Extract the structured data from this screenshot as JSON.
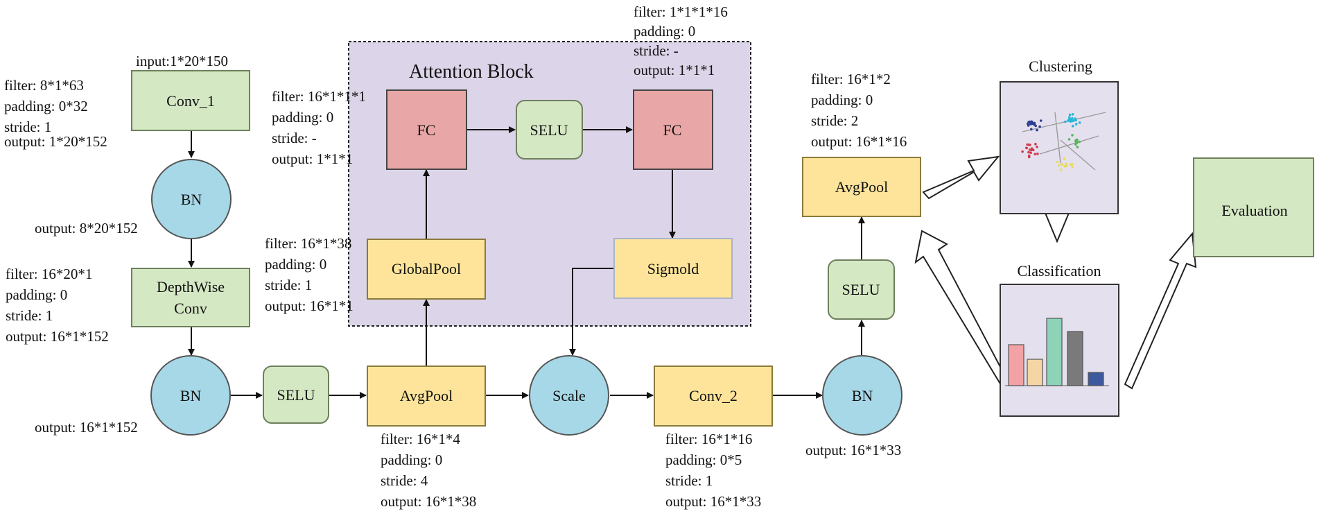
{
  "colors": {
    "green_box": "#d5e8c4",
    "green_stroke": "#6e7f5d",
    "red_box": "#e8a6a6",
    "yellow_box": "#fde49a",
    "blue_circle": "#a7d8e8",
    "attention_bg": "#dcd4e8",
    "panel_bg": "#e5e0ee"
  },
  "input_label": "input:1*20*150",
  "attention_title": "Attention Block",
  "nodes": {
    "conv1": "Conv_1",
    "bn1": "BN",
    "depthwise_line1": "DepthWise",
    "depthwise_line2": "Conv",
    "bn2": "BN",
    "selu1": "SELU",
    "avgpool1": "AvgPool",
    "globalpool": "GlobalPool",
    "fc1": "FC",
    "selu_att": "SELU",
    "fc2": "FC",
    "sigmoid": "Sigmold",
    "scale": "Scale",
    "conv2": "Conv_2",
    "bn3": "BN",
    "selu2": "SELU",
    "avgpool2": "AvgPool",
    "clustering": "Clustering",
    "classification": "Classification",
    "evaluation": "Evaluation"
  },
  "annotations": {
    "conv1": [
      "filter: 8*1*63",
      "padding: 0*32",
      "stride: 1",
      "output: 1*20*152"
    ],
    "bn1": [
      "output: 8*20*152"
    ],
    "depthwise": [
      "filter: 16*20*1",
      "padding: 0",
      "stride: 1",
      "output: 16*1*152"
    ],
    "bn2": [
      "output: 16*1*152"
    ],
    "fc1": [
      "filter: 16*1*1*1",
      "padding: 0",
      "stride: -",
      "output: 1*1*1"
    ],
    "globalpool": [
      "filter: 16*1*38",
      "padding: 0",
      "stride: 1",
      "output: 16*1*1"
    ],
    "fc2": [
      "filter: 1*1*1*16",
      "padding: 0",
      "stride: -",
      "output: 1*1*1"
    ],
    "avgpool1": [
      "filter: 16*1*4",
      "padding: 0",
      "stride: 4",
      "output: 16*1*38"
    ],
    "conv2": [
      "filter: 16*1*16",
      "padding: 0*5",
      "stride: 1",
      "output: 16*1*33"
    ],
    "bn3": [
      "output: 16*1*33"
    ],
    "avgpool2": [
      "filter: 16*1*2",
      "padding: 0",
      "stride: 2",
      "output: 16*1*16"
    ]
  }
}
